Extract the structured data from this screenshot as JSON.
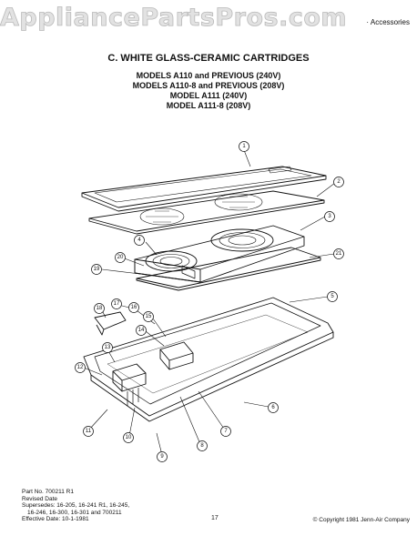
{
  "watermark": "AppliancePartsPros.com",
  "section_tag": "· Accessories",
  "header": {
    "title": "C. WHITE GLASS-CERAMIC CARTRIDGES",
    "models": [
      "MODELS A110 and PREVIOUS (240V)",
      "MODELS A110-8 and PREVIOUS (208V)",
      "MODEL A111 (240V)",
      "MODEL A111-8 (208V)"
    ]
  },
  "callouts": [
    "1",
    "2",
    "3",
    "4",
    "5",
    "6",
    "7",
    "8",
    "9",
    "10",
    "11",
    "12",
    "13",
    "14",
    "15",
    "16",
    "17",
    "18",
    "19",
    "20",
    "21"
  ],
  "footer": {
    "part_no": "Part No. 700211 R1",
    "revised": "Revised Date",
    "supersedes_1": "Supersedes: 16-205, 16-241 R1, 16-245,",
    "supersedes_2": "16-246, 16-300, 16-301 and 700211",
    "effective": "Effective Date: 10-1-1981",
    "page": "17",
    "copyright": "© Copyright 1981 Jenn-Air Company"
  }
}
